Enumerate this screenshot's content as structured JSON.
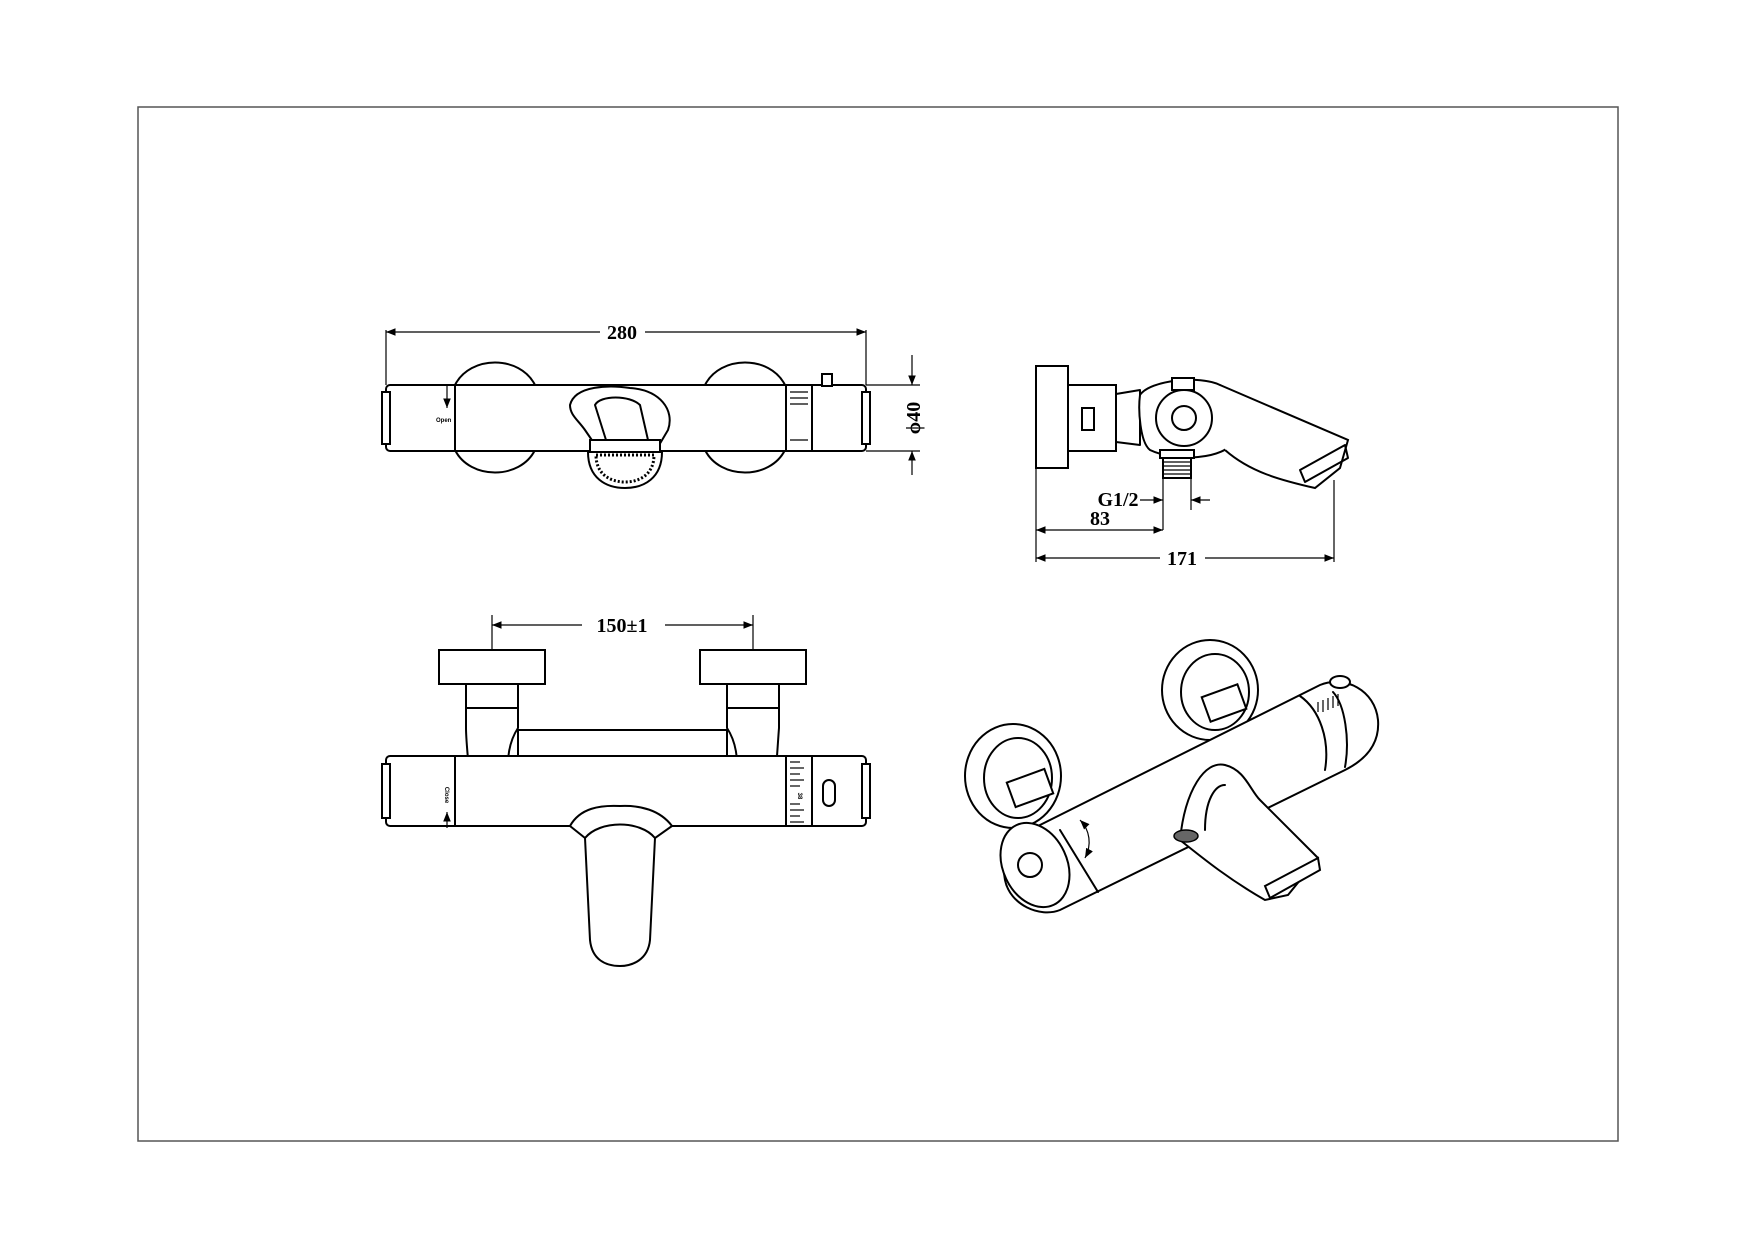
{
  "dimensions": {
    "overall_width": "280",
    "body_diameter": "ϕ40",
    "inlet_spacing": "150±1",
    "thread": "G1/2",
    "wall_to_outlet": "83",
    "total_depth": "171"
  },
  "markings": {
    "open": "Open",
    "close": "Close",
    "temp_38": "38"
  }
}
